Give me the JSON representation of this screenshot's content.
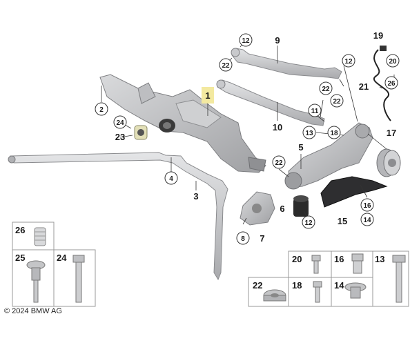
{
  "copyright": "© 2024 BMW AG",
  "callouts": {
    "c1": "1",
    "c2": "2",
    "c3": "3",
    "c4": "4",
    "c5": "5",
    "c6": "6",
    "c7": "7",
    "c8": "8",
    "c9": "9",
    "c10": "10",
    "c11": "11",
    "c12a": "12",
    "c12b": "12",
    "c12c": "12",
    "c13": "13",
    "c14": "14",
    "c15": "15",
    "c16": "16",
    "c17": "17",
    "c18": "18",
    "c19": "19",
    "c20": "20",
    "c21": "21",
    "c22a": "22",
    "c22b": "22",
    "c22c": "22",
    "c22d": "22",
    "c23": "23",
    "c24": "24",
    "c26": "26"
  },
  "hardware": {
    "h26": "26",
    "h25": "25",
    "h24": "24",
    "h20": "20",
    "h16": "16",
    "h13": "13",
    "h22": "22",
    "h18": "18",
    "h14": "14"
  },
  "colors": {
    "part": "#c9cacc",
    "part_dark": "#9a9b9e",
    "highlight": "#f3e9a0",
    "bushing": "#2b2b2b"
  }
}
